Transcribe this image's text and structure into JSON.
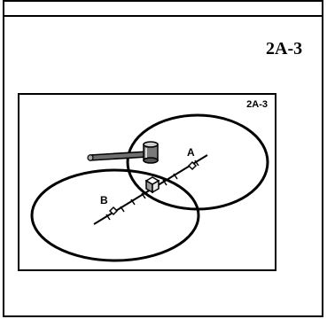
{
  "header": {
    "code": "2A-3"
  },
  "figure": {
    "corner_code": "2A-3",
    "points": [
      {
        "label": "A"
      },
      {
        "label": "B"
      }
    ]
  }
}
